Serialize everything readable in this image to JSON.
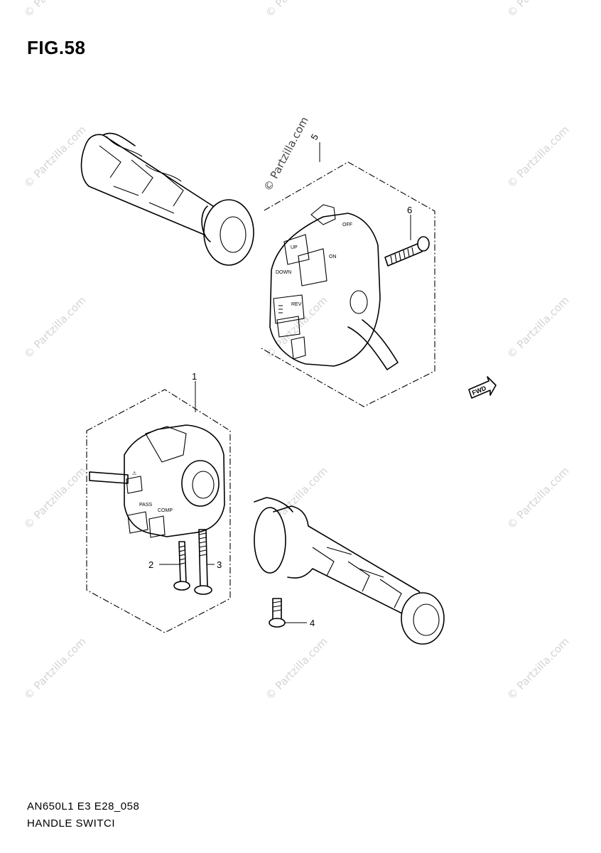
{
  "figure": {
    "title": "FIG.58",
    "model_code": "AN650L1 E3 E28_058",
    "name": "HANDLE SWITCI"
  },
  "watermark": {
    "text": "© Partzilla.com"
  },
  "callouts": [
    {
      "id": "1",
      "label": "1"
    },
    {
      "id": "2",
      "label": "2"
    },
    {
      "id": "3",
      "label": "3"
    },
    {
      "id": "4",
      "label": "4"
    },
    {
      "id": "5",
      "label": "5"
    },
    {
      "id": "6",
      "label": "6"
    }
  ],
  "switch_labels": {
    "up": "UP",
    "down": "DOWN",
    "rev": "REV",
    "off": "OFF",
    "on": "ON",
    "pass": "PASS",
    "hazard": "⚠",
    "comp": "COMP"
  },
  "fwd_arrow": {
    "label": "FWD"
  },
  "colors": {
    "ink": "#000000",
    "watermark": "#d4d4d4",
    "background": "#ffffff"
  }
}
